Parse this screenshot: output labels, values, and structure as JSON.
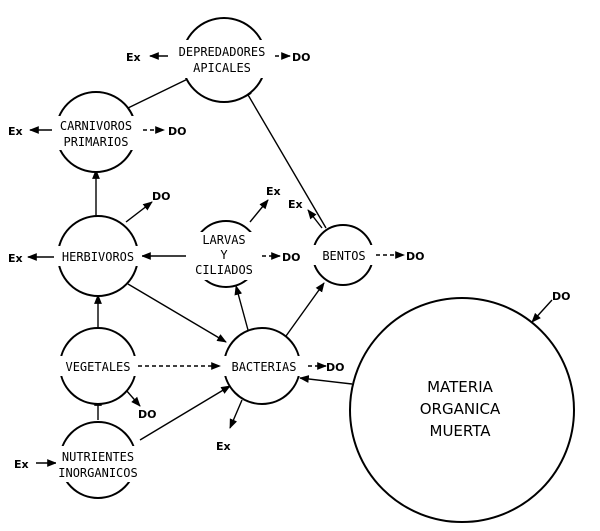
{
  "nodes": {
    "depredadores": [
      "DEPREDADORES",
      "APICALES"
    ],
    "carnivoros": [
      "CARNIVOROS",
      "PRIMARIOS"
    ],
    "herbivoros": [
      "HERBIVOROS"
    ],
    "larvas": [
      "LARVAS",
      "Y",
      "CILIADOS"
    ],
    "bentos": [
      "BENTOS"
    ],
    "vegetales": [
      "VEGETALES"
    ],
    "bacterias": [
      "BACTERIAS"
    ],
    "nutrientes": [
      "NUTRIENTES",
      "INORGANICOS"
    ],
    "materia": [
      "MATERIA",
      "ORGANICA",
      "MUERTA"
    ]
  },
  "flow_labels": {
    "ex": "Ex",
    "do": "DO"
  }
}
